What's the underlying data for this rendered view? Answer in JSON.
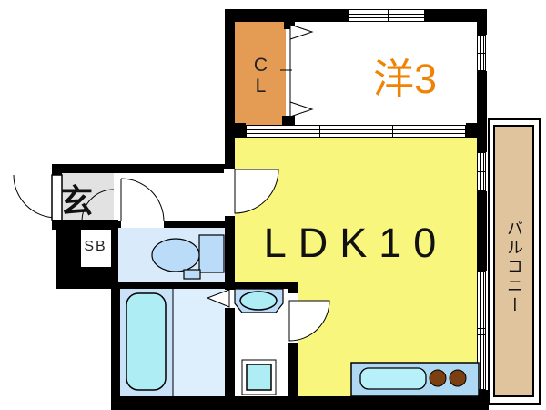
{
  "title": "apartment-floor-plan",
  "rooms": {
    "closet": {
      "label": "CL",
      "type": "closet"
    },
    "western": {
      "label": "洋3",
      "type": "western-style-room-3-tatami"
    },
    "ldk": {
      "label": "LDK10",
      "type": "living-dining-kitchen-10-tatami"
    },
    "balcony": {
      "label": "バルコニー",
      "type": "balcony"
    },
    "entrance": {
      "label": "玄",
      "type": "entrance-genkan"
    },
    "shoebox": {
      "label": "SB",
      "type": "shoe-box"
    }
  },
  "fixtures": [
    "toilet",
    "bathtub",
    "washbasin",
    "washing-machine-pan",
    "kitchen-sink",
    "stove-burner",
    "stove-burner",
    "entrance-door",
    "toilet-door",
    "ldk-door",
    "washroom-door",
    "bathroom-folding-door",
    "closet-bifold-door",
    "sliding-door",
    "window"
  ],
  "colors": {
    "ldkYellow": "#F9F67E",
    "closetOrange": "#E49B54",
    "accentText": "#F08306",
    "balconyTan": "#DFC49E",
    "toiletFloor": "#D9EBFB",
    "bathFloorL": "#C9E2F8",
    "bathFloorR": "#DDEEFD",
    "fixtureBlue": "#BBDCF8",
    "fixtureCyan": "#AEEDF4",
    "counterBlue": "#AFD8F3",
    "sinkCyan": "#B6F1F9",
    "burnerBrown": "#7B3F10",
    "genkanGray": "#E2E2E2",
    "wallBlack": "#000000"
  }
}
